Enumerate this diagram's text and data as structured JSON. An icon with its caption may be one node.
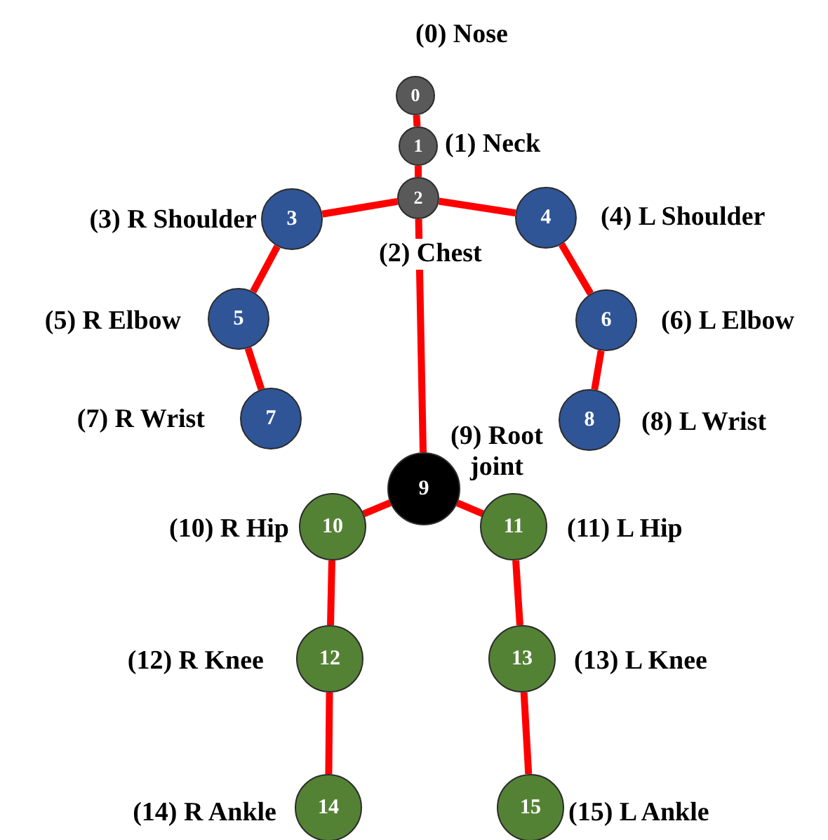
{
  "diagram": {
    "nodes": [
      {
        "text": [
          "0"
        ],
        "beside": [
          "(0) Nose"
        ]
      },
      {
        "text": [
          "1"
        ],
        "beside": [
          "(1) Neck"
        ]
      },
      {
        "text": [
          "2"
        ],
        "beside": [
          "(2) Chest"
        ]
      },
      {
        "text": [
          "3"
        ],
        "beside": [
          "(3) R Shoulder"
        ]
      },
      {
        "text": [
          "4"
        ],
        "beside": [
          "(4) L Shoulder"
        ]
      },
      {
        "text": [
          "5"
        ],
        "beside": [
          "(5) R Elbow"
        ]
      },
      {
        "text": [
          "6"
        ],
        "beside": [
          "(6) L Elbow"
        ]
      },
      {
        "text": [
          "7"
        ],
        "beside": [
          "(7) R Wrist"
        ]
      },
      {
        "text": [
          "8"
        ],
        "beside": [
          "(8) L Wrist"
        ]
      },
      {
        "text": [
          "9"
        ],
        "beside": [
          "(9) Root joint"
        ]
      },
      {
        "text": [
          "10"
        ],
        "beside": [
          "(10) R Hip"
        ]
      },
      {
        "text": [
          "11"
        ],
        "beside": [
          "(11) L Hip"
        ]
      },
      {
        "text": [
          "12"
        ],
        "beside": [
          "(12) R Knee"
        ]
      },
      {
        "text": [
          "13"
        ],
        "beside": [
          "(13) L Knee"
        ]
      },
      {
        "text": [
          "14"
        ],
        "beside": [
          "(14) R Ankle"
        ]
      },
      {
        "text": [
          "15"
        ],
        "beside": [
          "(15) L Ankle"
        ]
      }
    ],
    "edges": [
      {
        "from": 0,
        "to": 1,
        "arrow": "none"
      },
      {
        "from": 1,
        "to": 2,
        "arrow": "none"
      },
      {
        "from": 2,
        "to": 3,
        "arrow": "none"
      },
      {
        "from": 2,
        "to": 4,
        "arrow": "none"
      },
      {
        "from": 3,
        "to": 5,
        "arrow": "none"
      },
      {
        "from": 5,
        "to": 7,
        "arrow": "none"
      },
      {
        "from": 4,
        "to": 6,
        "arrow": "none"
      },
      {
        "from": 6,
        "to": 8,
        "arrow": "none"
      },
      {
        "from": 2,
        "to": 9,
        "arrow": "none"
      },
      {
        "from": 9,
        "to": 10,
        "arrow": "none"
      },
      {
        "from": 9,
        "to": 11,
        "arrow": "none"
      },
      {
        "from": 10,
        "to": 12,
        "arrow": "none"
      },
      {
        "from": 12,
        "to": 14,
        "arrow": "none"
      },
      {
        "from": 11,
        "to": 13,
        "arrow": "none"
      },
      {
        "from": 13,
        "to": 15,
        "arrow": "none"
      }
    ]
  }
}
